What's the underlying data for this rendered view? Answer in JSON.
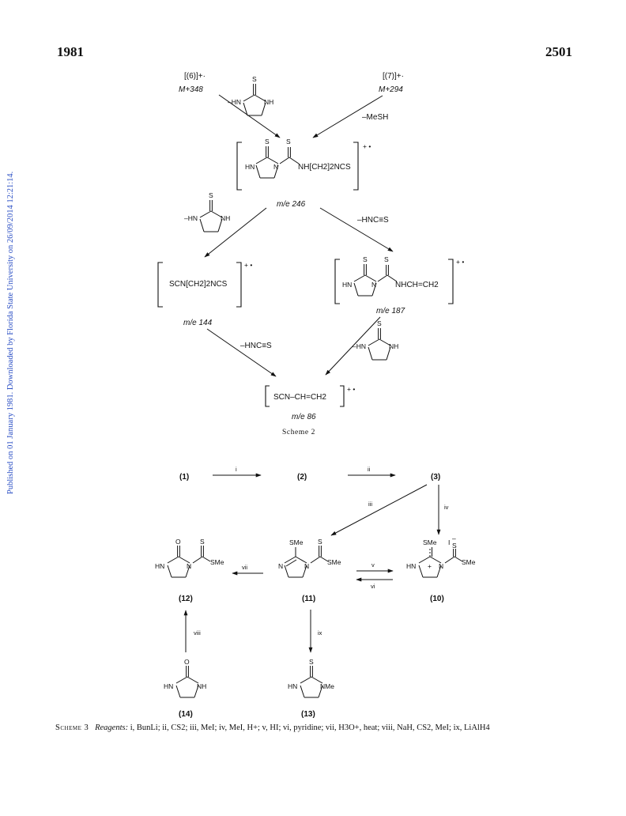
{
  "header": {
    "year": "1981",
    "page": "2501"
  },
  "watermark": "Published on 01 January 1981. Downloaded by Florida State University on 26/09/2014 12:21:14.",
  "scheme2": {
    "ion6": "[(6)]+·",
    "mass6": "M+348",
    "ion7": "[(7)]+·",
    "mass7": "M+294",
    "loss_mesh": "–MeSH",
    "loss_hnc_1": "–HNC≡S",
    "loss_hnc_2": "–HNC≡S",
    "sub246": "NH[CH2]2NCS",
    "me246": "m/e 246",
    "frag144": "SCN[CH2]2NCS",
    "me144": "m/e 144",
    "sub187": "NHCH=CH2",
    "me187": "m/e 187",
    "frag86": "SCN–CH=CH2",
    "me86": "m/e 86",
    "caption": "Scheme 2"
  },
  "scheme3": {
    "compounds": {
      "c1": "(1)",
      "c2": "(2)",
      "c3": "(3)",
      "c10": "(10)",
      "c11": "(11)",
      "c12": "(12)",
      "c13": "(13)",
      "c14": "(14)"
    },
    "steps": {
      "i": "i",
      "ii": "ii",
      "iii": "iii",
      "iv": "iv",
      "v": "v",
      "vi": "vi",
      "vii": "vii",
      "viii": "viii",
      "ix": "ix"
    },
    "caption_label": "Scheme 3",
    "caption_reagents_label": "Reagents:",
    "caption_text": "i, BunLi; ii, CS2; iii, MeI; iv, MeI, H+; v, HI; vi, pyridine; vii, H3O+, heat; viii, NaH, CS2, MeI; ix, LiAlH4"
  }
}
